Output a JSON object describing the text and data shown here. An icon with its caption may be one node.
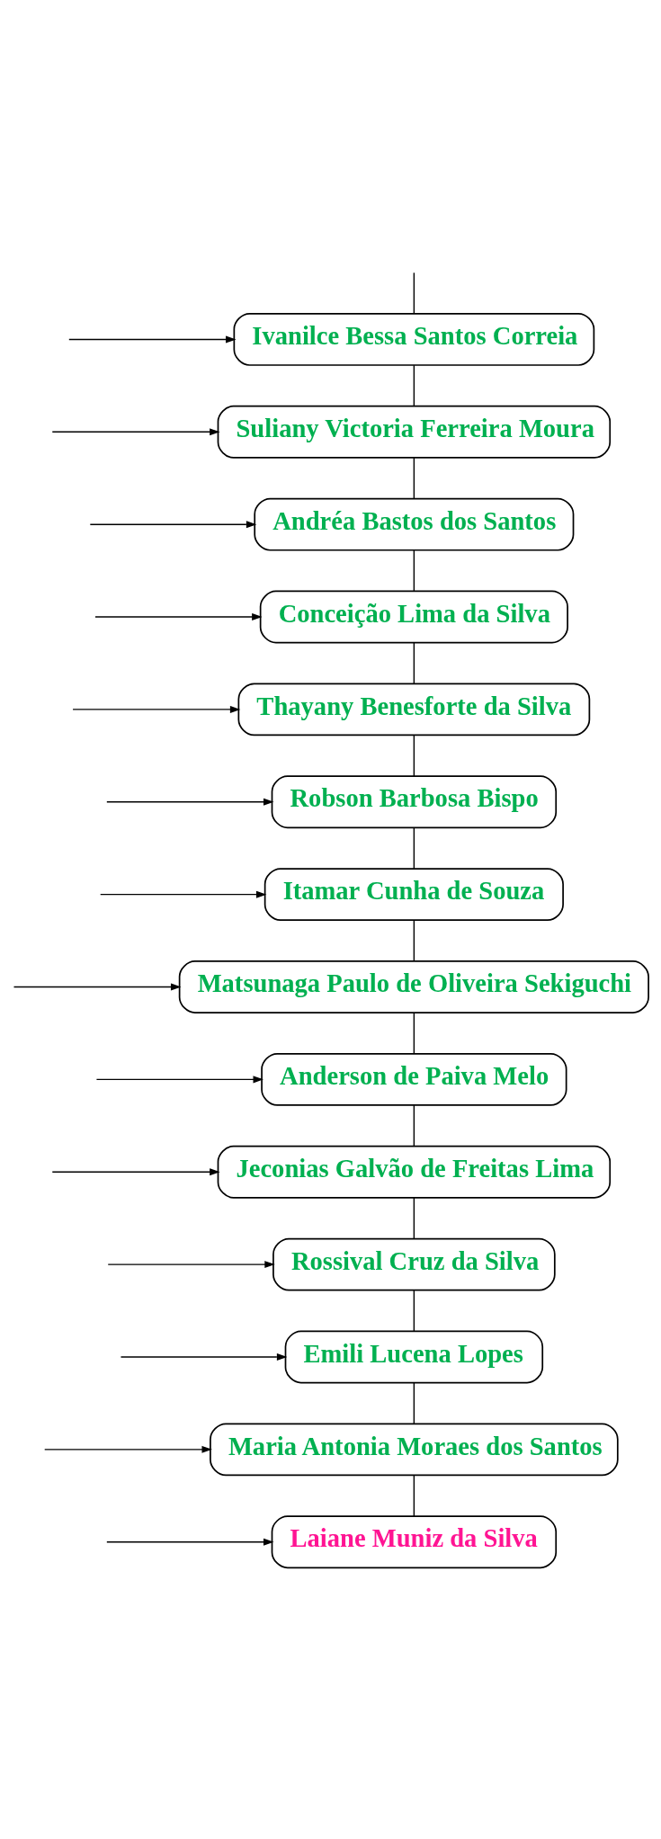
{
  "diagram": {
    "nodes": [
      {
        "text": [
          "Ivanilce Bessa Santos Correia"
        ]
      },
      {
        "text": [
          "Suliany Victoria Ferreira Moura"
        ]
      },
      {
        "text": [
          "Andréa Bastos dos Santos"
        ]
      },
      {
        "text": [
          "Conceição Lima da Silva"
        ]
      },
      {
        "text": [
          "Thayany Benesforte da Silva"
        ]
      },
      {
        "text": [
          "Robson Barbosa Bispo"
        ]
      },
      {
        "text": [
          "Itamar Cunha de Souza"
        ]
      },
      {
        "text": [
          "Matsunaga Paulo de Oliveira Sekiguchi"
        ]
      },
      {
        "text": [
          "Anderson de Paiva Melo"
        ]
      },
      {
        "text": [
          "Jeconias Galvão de Freitas Lima"
        ]
      },
      {
        "text": [
          "Rossival Cruz da Silva"
        ]
      },
      {
        "text": [
          "Emili Lucena Lopes"
        ]
      },
      {
        "text": [
          "Maria Antonia Moraes dos Santos"
        ]
      },
      {
        "text": [
          "Laiane Muniz da Silva"
        ]
      }
    ],
    "edges": [
      {
        "from": null,
        "to": 0,
        "arrow": "to"
      },
      {
        "from": null,
        "to": 0,
        "arrow": "none"
      },
      {
        "from": 0,
        "to": 1,
        "arrow": "none"
      },
      {
        "from": null,
        "to": 1,
        "arrow": "to"
      },
      {
        "from": 1,
        "to": 2,
        "arrow": "none"
      },
      {
        "from": null,
        "to": 2,
        "arrow": "to"
      },
      {
        "from": 2,
        "to": 3,
        "arrow": "none"
      },
      {
        "from": null,
        "to": 3,
        "arrow": "to"
      },
      {
        "from": 3,
        "to": 4,
        "arrow": "none"
      },
      {
        "from": null,
        "to": 4,
        "arrow": "to"
      },
      {
        "from": 4,
        "to": 5,
        "arrow": "none"
      },
      {
        "from": null,
        "to": 5,
        "arrow": "to"
      },
      {
        "from": 5,
        "to": 6,
        "arrow": "none"
      },
      {
        "from": null,
        "to": 6,
        "arrow": "to"
      },
      {
        "from": 6,
        "to": 7,
        "arrow": "none"
      },
      {
        "from": null,
        "to": 7,
        "arrow": "to"
      },
      {
        "from": 7,
        "to": 8,
        "arrow": "none"
      },
      {
        "from": null,
        "to": 8,
        "arrow": "to"
      },
      {
        "from": 8,
        "to": 9,
        "arrow": "none"
      },
      {
        "from": null,
        "to": 9,
        "arrow": "to"
      },
      {
        "from": 9,
        "to": 10,
        "arrow": "none"
      },
      {
        "from": null,
        "to": 10,
        "arrow": "to"
      },
      {
        "from": 10,
        "to": 11,
        "arrow": "none"
      },
      {
        "from": null,
        "to": 11,
        "arrow": "to"
      },
      {
        "from": 11,
        "to": 12,
        "arrow": "none"
      },
      {
        "from": null,
        "to": 12,
        "arrow": "to"
      },
      {
        "from": 12,
        "to": 13,
        "arrow": "none"
      },
      {
        "from": null,
        "to": 13,
        "arrow": "to"
      }
    ]
  }
}
